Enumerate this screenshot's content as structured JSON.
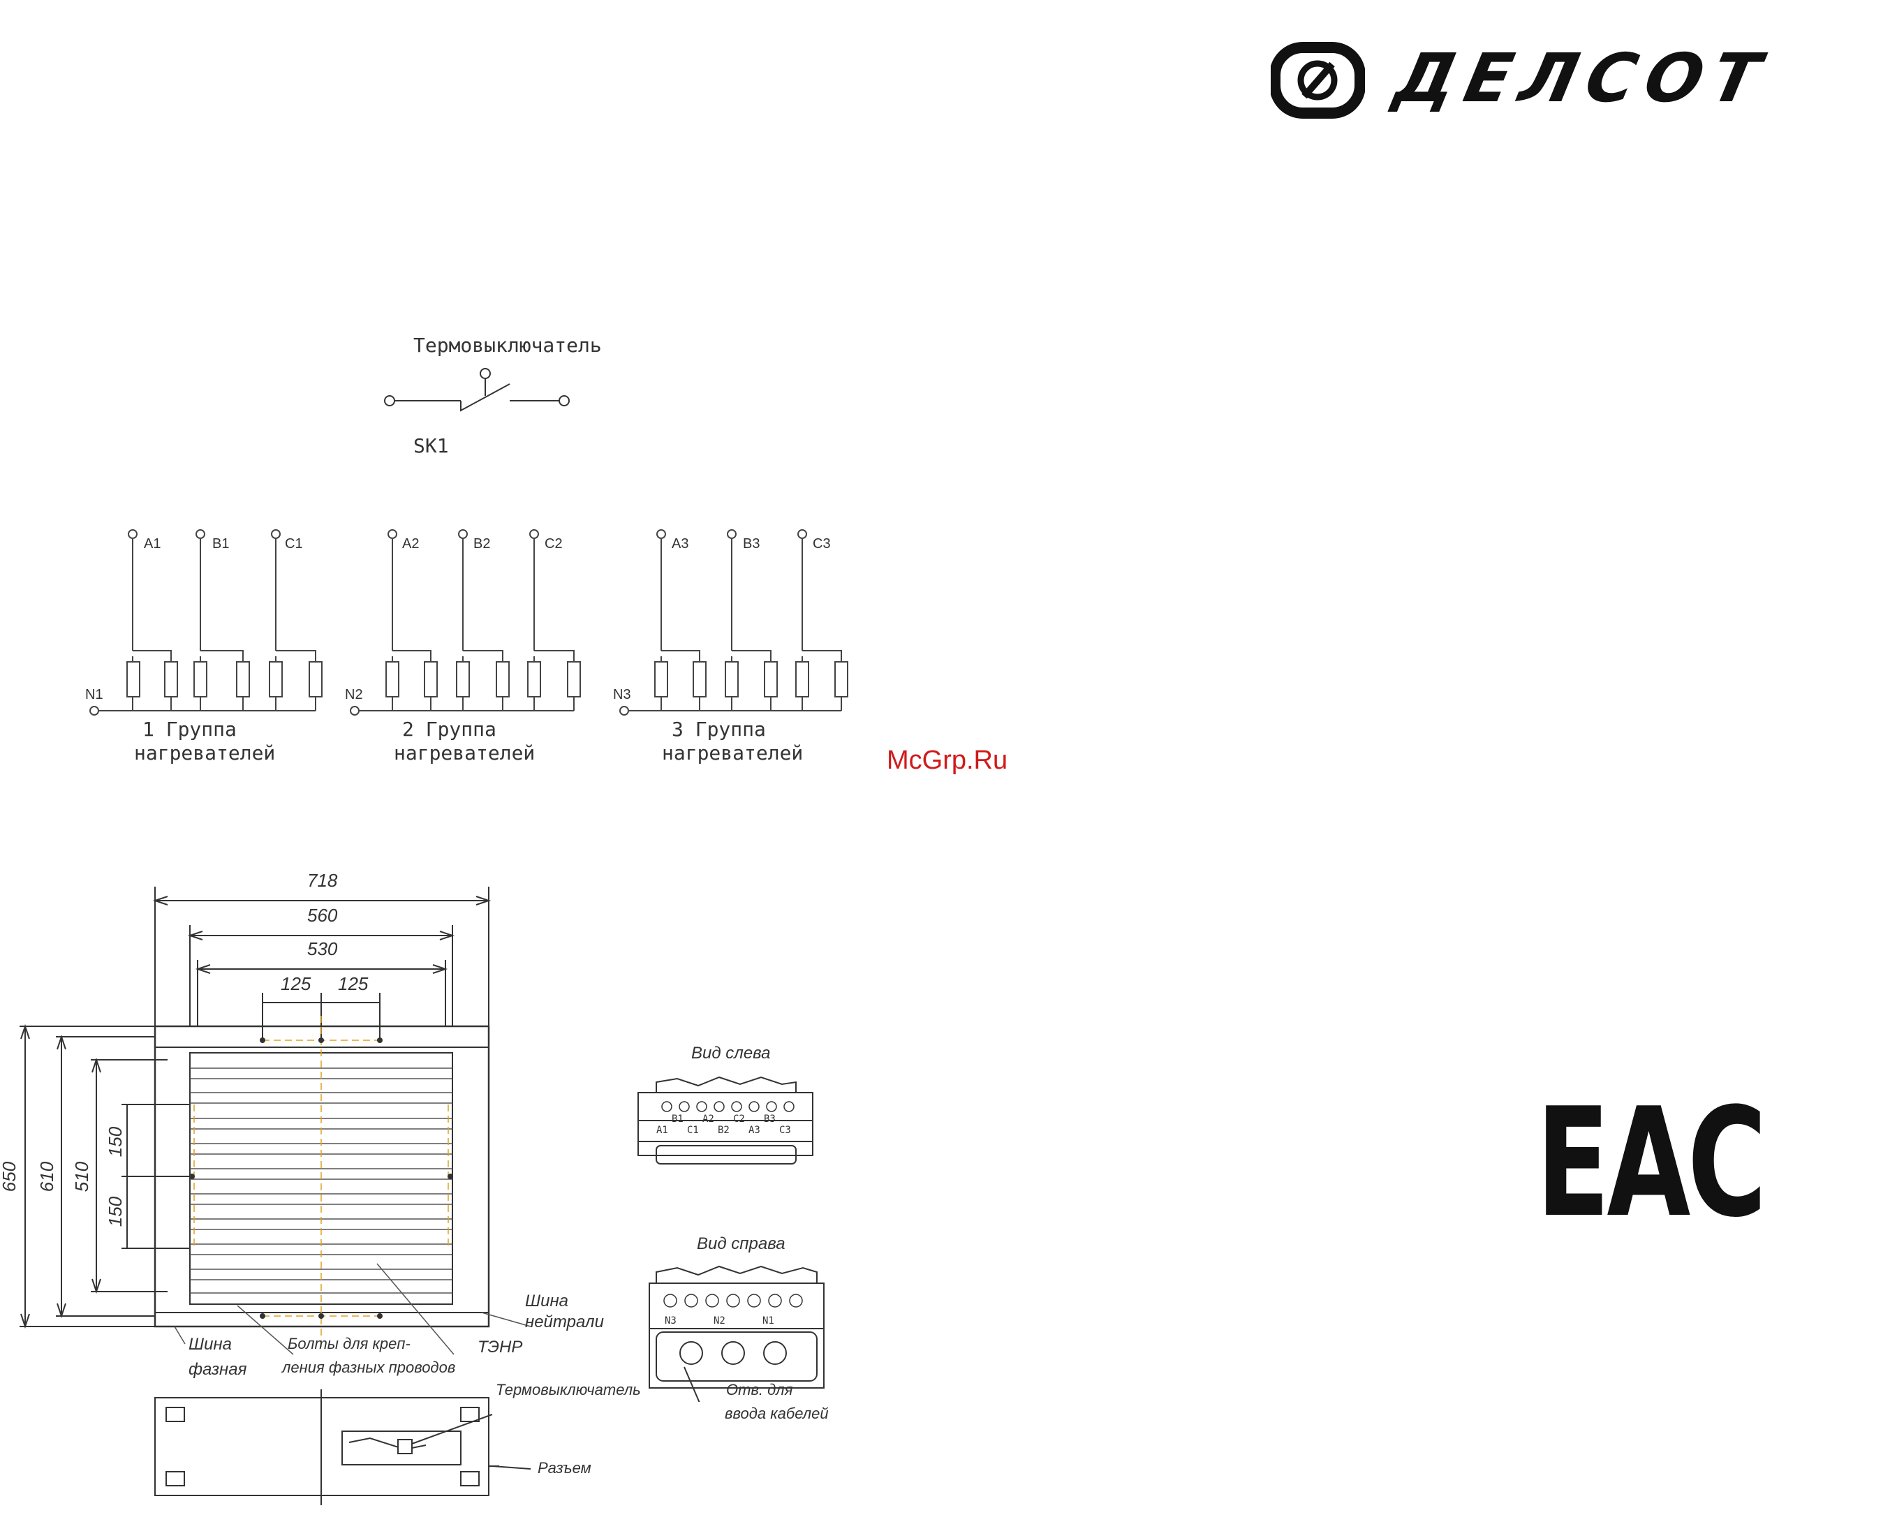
{
  "brand": {
    "logo_text": "ДЕЛСОТ"
  },
  "watermark": "McGrp.Ru",
  "certification_mark": "EAC",
  "schematic": {
    "thermostat_title": "Термовыключатель",
    "thermostat_id": "SK1",
    "groups": [
      {
        "neutral": "N1",
        "phases": [
          "A1",
          "B1",
          "C1"
        ],
        "caption_line1": "1 Группа",
        "caption_line2": "нагревателей"
      },
      {
        "neutral": "N2",
        "phases": [
          "A2",
          "B2",
          "C2"
        ],
        "caption_line1": "2 Группа",
        "caption_line2": "нагревателей"
      },
      {
        "neutral": "N3",
        "phases": [
          "A3",
          "B3",
          "C3"
        ],
        "caption_line1": "3 Группа",
        "caption_line2": "нагревателей"
      }
    ]
  },
  "drawing": {
    "dimensions": {
      "width_718": "718",
      "width_560": "560",
      "width_530": "530",
      "spacing_125_left": "125",
      "spacing_125_right": "125",
      "height_650": "650",
      "height_610": "610",
      "height_510": "510",
      "spacing_150_top": "150",
      "spacing_150_bottom": "150"
    },
    "labels": {
      "neutral_bus_1": "Шина",
      "neutral_bus_2": "нейтрали",
      "phase_bus_1": "Шина",
      "phase_bus_2": "фазная",
      "bolts_1": "Болты для креп-",
      "bolts_2": "ления фазных проводов",
      "heater": "ТЭНР",
      "thermostat": "Термовыключатель",
      "connector": "Разъем",
      "view_left": "Вид слева",
      "view_right": "Вид справа",
      "cable_hole_1": "Отв. для",
      "cable_hole_2": "ввода кабелей"
    },
    "left_view_terminals": [
      "A1",
      "B1",
      "C1",
      "A2",
      "B2",
      "C2",
      "A3",
      "B3",
      "C3"
    ],
    "right_view_terminals": [
      "N3",
      "N2",
      "N1"
    ]
  }
}
